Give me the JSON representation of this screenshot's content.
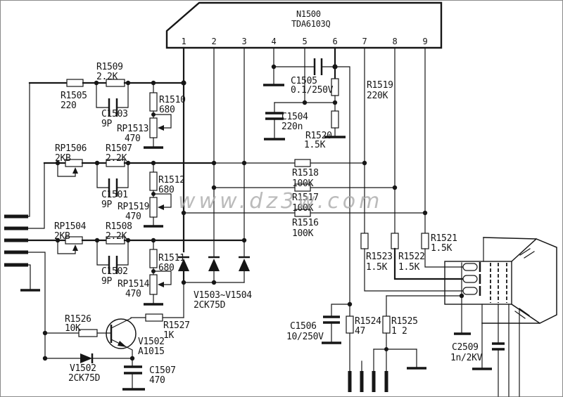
{
  "colors": {
    "ink": "#161616",
    "watermark": "#ababab"
  },
  "watermark": "www.dz3w.com",
  "ic": {
    "ref": "N1500",
    "part": "TDA6103Q",
    "pins": [
      "1",
      "2",
      "3",
      "4",
      "5",
      "6",
      "7",
      "8",
      "9"
    ]
  },
  "components": {
    "R1505": {
      "ref": "R1505",
      "val": "220"
    },
    "R1509": {
      "ref": "R1509",
      "val": "2.2K"
    },
    "C1503": {
      "ref": "C1503",
      "val": "9P"
    },
    "R1510": {
      "ref": "R1510",
      "val": "680"
    },
    "RP1513": {
      "ref": "RP1513",
      "val": "470"
    },
    "RP1506": {
      "ref": "RP1506",
      "val": "2KB"
    },
    "R1507": {
      "ref": "R1507",
      "val": "2.2K"
    },
    "C1501": {
      "ref": "C1501",
      "val": "9P"
    },
    "R1512": {
      "ref": "R1512",
      "val": "680"
    },
    "RP1519": {
      "ref": "RP1519",
      "val": "470"
    },
    "RP1504": {
      "ref": "RP1504",
      "val": "2KB"
    },
    "R1508": {
      "ref": "R1508",
      "val": "2.2K"
    },
    "C1502": {
      "ref": "C1502",
      "val": "9P"
    },
    "R1511": {
      "ref": "R1511",
      "val": "680"
    },
    "RP1514": {
      "ref": "RP1514",
      "val": "470"
    },
    "R1526": {
      "ref": "R1526",
      "val": "10K"
    },
    "R1527": {
      "ref": "R1527",
      "val": "1K"
    },
    "V1502_transistor": {
      "ref": "V1502",
      "val": "A1015"
    },
    "V1502_diode": {
      "ref": "V1502",
      "val": "2CK75D"
    },
    "C1507": {
      "ref": "C1507",
      "val": "470"
    },
    "V1503_V1504": {
      "ref": "V1503~V1504",
      "val": "2CK75D"
    },
    "C1505": {
      "ref": "C1505",
      "val": "0.1/250V"
    },
    "C1504": {
      "ref": "C1504",
      "val": "220n"
    },
    "R1520": {
      "ref": "R1520",
      "val": "1.5K"
    },
    "R1519": {
      "ref": "R1519",
      "val": "220K"
    },
    "R1518": {
      "ref": "R1518",
      "val": "100K"
    },
    "R1517": {
      "ref": "R1517",
      "val": "100K"
    },
    "R1516": {
      "ref": "R1516",
      "val": "100K"
    },
    "R1523": {
      "ref": "R1523",
      "val": "1.5K"
    },
    "R1522": {
      "ref": "R1522",
      "val": "1.5K"
    },
    "R1521": {
      "ref": "R1521",
      "val": "1.5K"
    },
    "C1506": {
      "ref": "C1506",
      "val": "10/250V"
    },
    "R1524": {
      "ref": "R1524",
      "val": "47"
    },
    "R1525": {
      "ref": "R1525",
      "val": "1 2"
    },
    "C2509": {
      "ref": "C2509",
      "val": "1n/2KV"
    }
  }
}
